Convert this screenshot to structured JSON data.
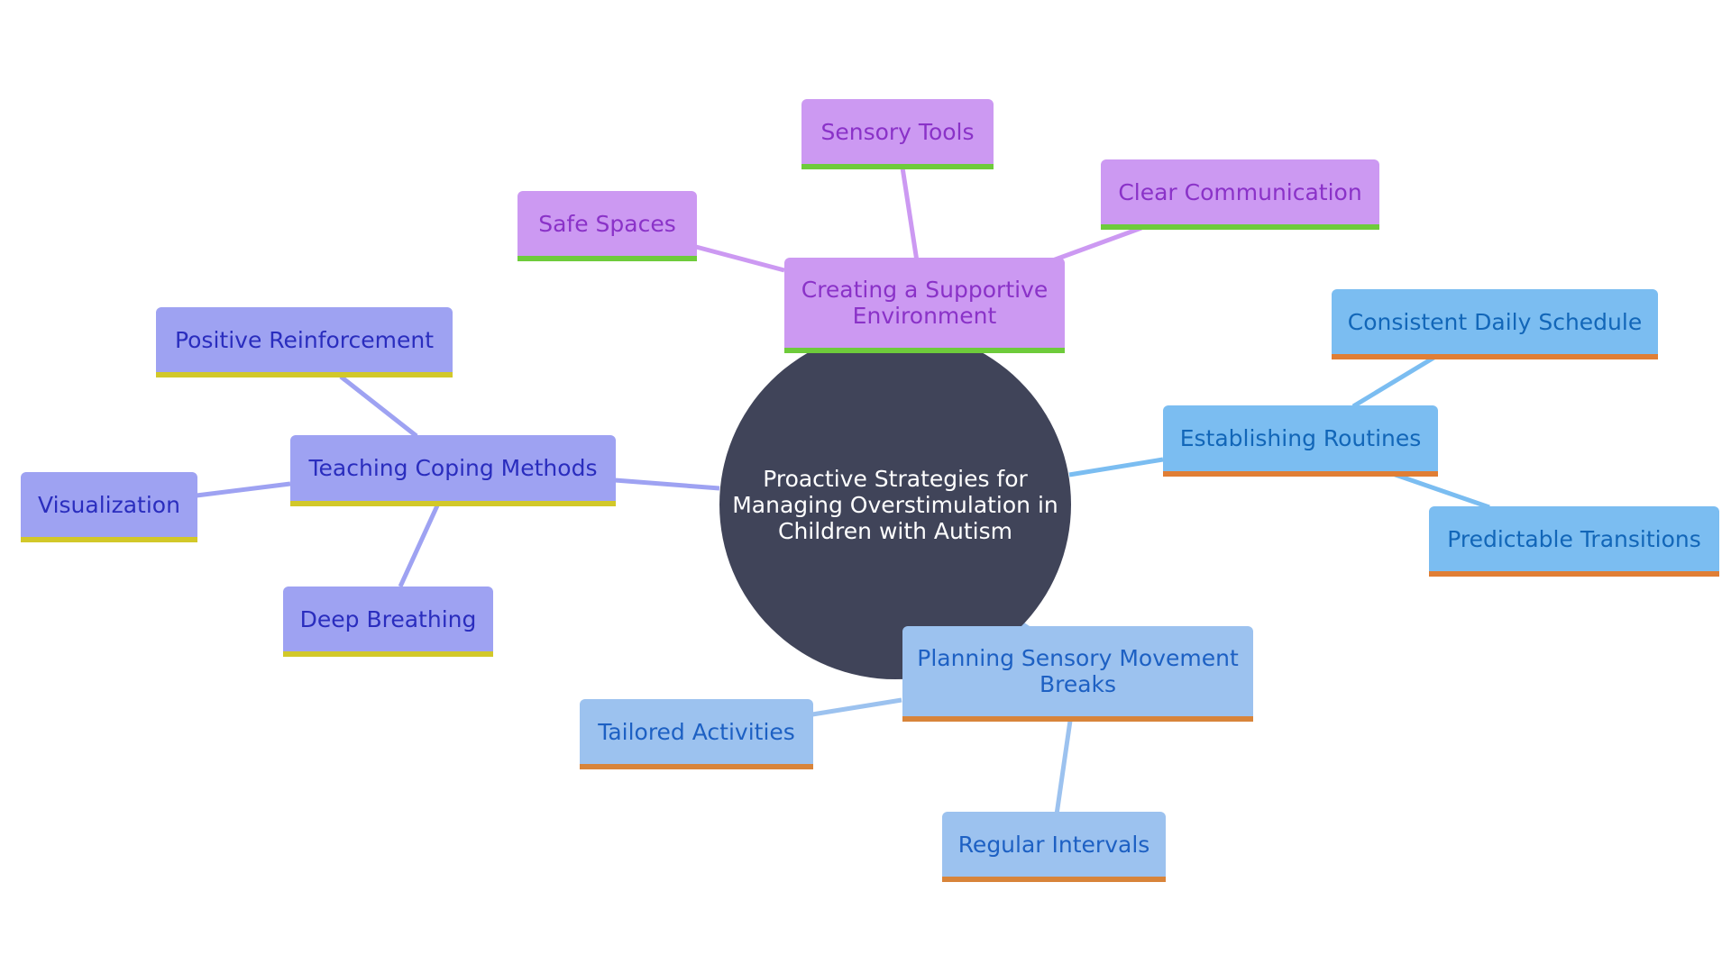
{
  "center": {
    "label": "Proactive Strategies for Managing Overstimulation in Children with Autism",
    "color": "#404459"
  },
  "branches": [
    {
      "label": "Creating a Supportive Environment",
      "color": "#cc99f2",
      "children": [
        "Sensory Tools",
        "Safe Spaces",
        "Clear Communication"
      ]
    },
    {
      "label": "Teaching Coping Methods",
      "color": "#9ea2f2",
      "children": [
        "Positive Reinforcement",
        "Visualization",
        "Deep Breathing"
      ]
    },
    {
      "label": "Establishing Routines",
      "color": "#7bbdf1",
      "children": [
        "Consistent Daily Schedule",
        "Predictable Transitions"
      ]
    },
    {
      "label": "Planning Sensory Movement Breaks",
      "color": "#9cc2ef",
      "children": [
        "Tailored Activities",
        "Regular Intervals"
      ]
    }
  ]
}
